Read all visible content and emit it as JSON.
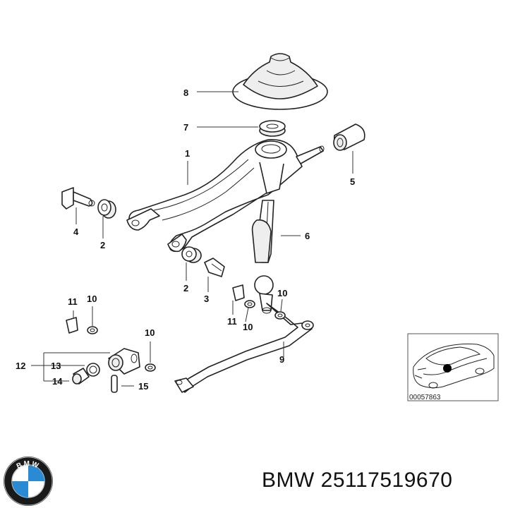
{
  "callouts": {
    "c8": "8",
    "c7": "7",
    "c1": "1",
    "c5": "5",
    "c4": "4",
    "c2a": "2",
    "c6": "6",
    "c2b": "2",
    "c3": "3",
    "c11a": "11",
    "c10a": "10",
    "c10b": "10",
    "c11b": "11",
    "c10c": "10",
    "c10d": "10",
    "c12": "12",
    "c13": "13",
    "c9": "9",
    "c14": "14",
    "c15": "15"
  },
  "inset": {
    "diagram_number": "00057863"
  },
  "brand": {
    "logo_letters": "BMW",
    "part_text": "BMW 25117519670"
  }
}
